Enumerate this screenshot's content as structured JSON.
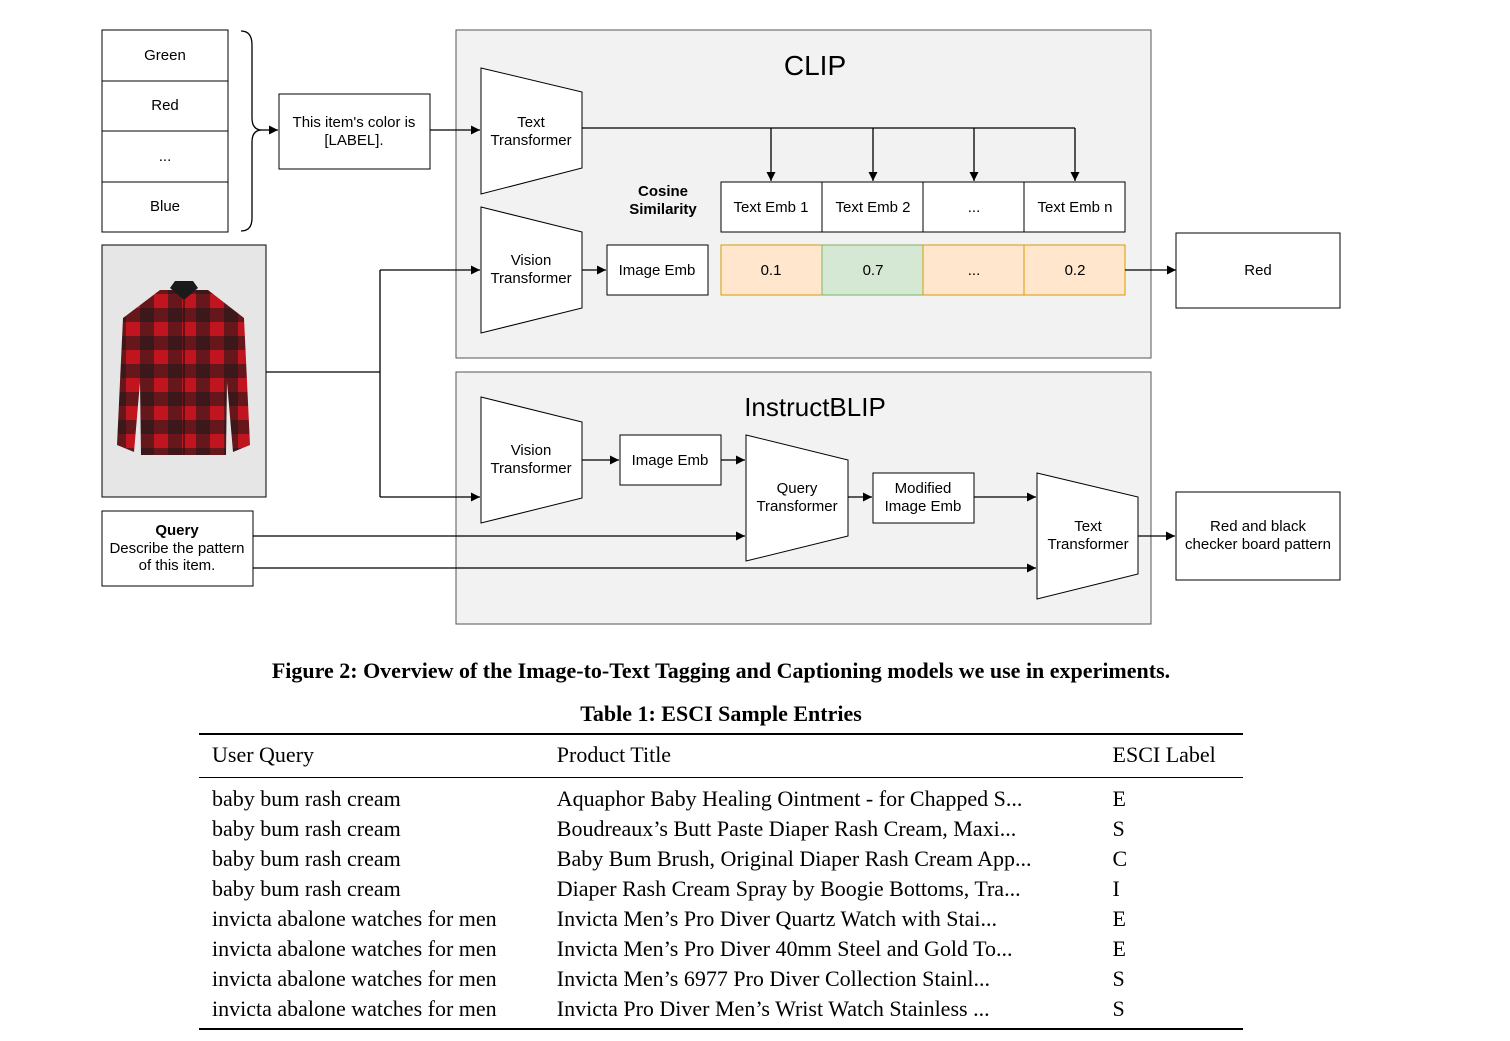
{
  "figure": {
    "label_list": [
      "Green",
      "Red",
      "...",
      "Blue"
    ],
    "prompt_template": [
      "This item's color is",
      "[LABEL]."
    ],
    "clip": {
      "title": "CLIP",
      "text_transformer": [
        "Text",
        "Transformer"
      ],
      "vision_transformer": [
        "Vision",
        "Transformer"
      ],
      "image_emb": "Image Emb",
      "cosine_similarity": [
        "Cosine",
        "Similarity"
      ],
      "text_embs": [
        "Text Emb 1",
        "Text Emb 2",
        "...",
        "Text Emb n"
      ],
      "scores": [
        "0.1",
        "0.7",
        "...",
        "0.2"
      ],
      "output": "Red"
    },
    "instructblip": {
      "title": "InstructBLIP",
      "vision_transformer": [
        "Vision",
        "Transformer"
      ],
      "image_emb": "Image Emb",
      "query_transformer": [
        "Query",
        "Transformer"
      ],
      "modified_image_emb": [
        "Modified",
        "Image Emb"
      ],
      "text_transformer": [
        "Text",
        "Transformer"
      ],
      "output": [
        "Red and black",
        "checker board pattern"
      ]
    },
    "query_box": {
      "title": "Query",
      "lines": [
        "Describe the pattern",
        "of this item."
      ]
    },
    "colors": {
      "panel_fill": "#f2f2f2",
      "score_fill": "#ffe6cc",
      "score_border": "#d79b00",
      "score_highlight_fill": "#d5e8d4",
      "score_highlight_border": "#82b366",
      "shirt_red": "#c0141e",
      "shirt_dark": "#1a1a1a"
    }
  },
  "figure_caption": "Figure 2: Overview of the Image-to-Text Tagging and Captioning models we use in experiments.",
  "table": {
    "caption": "Table 1: ESCI Sample Entries",
    "headers": [
      "User Query",
      "Product Title",
      "ESCI Label"
    ],
    "rows": [
      [
        "baby bum rash cream",
        "Aquaphor Baby Healing Ointment - for Chapped S...",
        "E"
      ],
      [
        "baby bum rash cream",
        "Boudreaux’s Butt Paste Diaper Rash Cream, Maxi...",
        "S"
      ],
      [
        "baby bum rash cream",
        "Baby Bum Brush, Original Diaper Rash Cream App...",
        "C"
      ],
      [
        "baby bum rash cream",
        "Diaper Rash Cream Spray by Boogie Bottoms, Tra...",
        "I"
      ],
      [
        "invicta abalone watches for men",
        "Invicta Men’s Pro Diver Quartz Watch with Stai...",
        "E"
      ],
      [
        "invicta abalone watches for men",
        "Invicta Men’s Pro Diver 40mm Steel and Gold To...",
        "E"
      ],
      [
        "invicta abalone watches for men",
        "Invicta Men’s 6977 Pro Diver Collection Stainl...",
        "S"
      ],
      [
        "invicta abalone watches for men",
        "Invicta Pro Diver Men’s Wrist Watch Stainless ...",
        "S"
      ]
    ]
  }
}
